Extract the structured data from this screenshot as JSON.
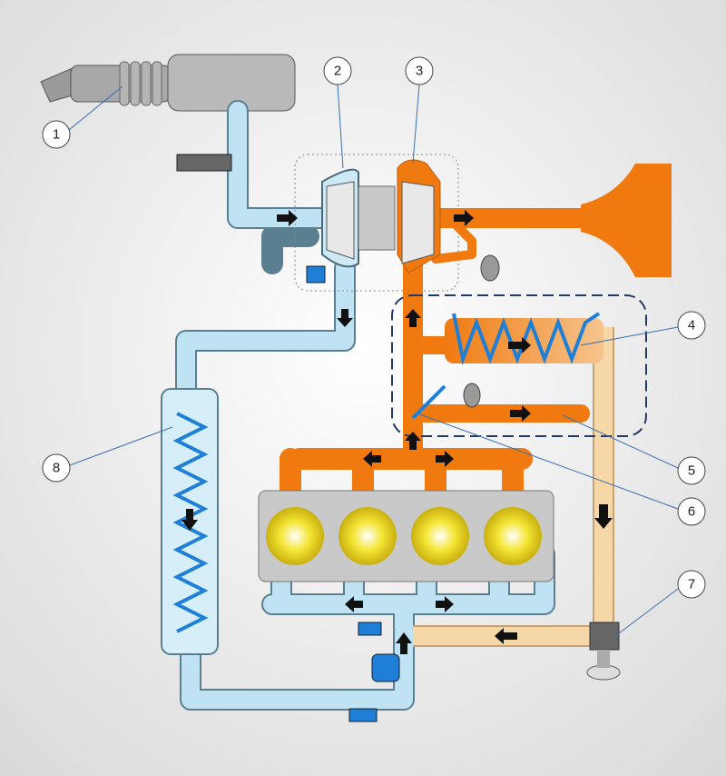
{
  "diagram": {
    "callouts": [
      {
        "id": "1",
        "label": "1"
      },
      {
        "id": "2",
        "label": "2"
      },
      {
        "id": "3",
        "label": "3"
      },
      {
        "id": "4",
        "label": "4"
      },
      {
        "id": "5",
        "label": "5"
      },
      {
        "id": "6",
        "label": "6"
      },
      {
        "id": "7",
        "label": "7"
      },
      {
        "id": "8",
        "label": "8"
      }
    ],
    "colors": {
      "intake_air": "#bfe3f3",
      "intake_outline": "#5a7f90",
      "exhaust": "#f07a10",
      "egr_cooled": "#f6d7a8",
      "coil": "#1f7fd6",
      "engine_block": "#c9c9c9",
      "cylinder": "#f1e026",
      "arrow": "#111111",
      "dashed_box": "#243a66"
    }
  }
}
